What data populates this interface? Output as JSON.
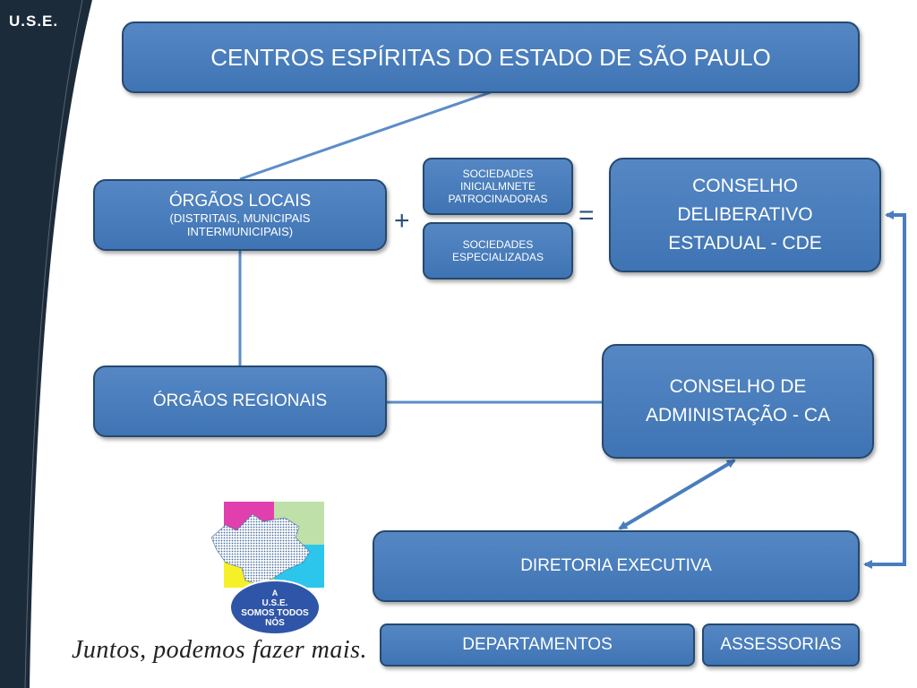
{
  "header": {
    "logo_text": "U.S.E."
  },
  "boxes": {
    "centros": "CENTROS ESPÍRITAS DO ESTADO DE SÃO PAULO",
    "orgaos_locais": {
      "title": "ÓRGÃOS LOCAIS",
      "line1": "(DISTRITAIS, MUNICIPAIS",
      "line2": "INTERMUNICIPAIS)"
    },
    "sociedades_inicialmente": {
      "line1": "SOCIEDADES",
      "line2": "INICIALMNETE",
      "line3": "PATROCINADORAS"
    },
    "sociedades_especializadas": {
      "line1": "SOCIEDADES",
      "line2": "ESPECIALIZADAS"
    },
    "cde": {
      "line1": "CONSELHO",
      "line2": "DELIBERATIVO",
      "line3": "ESTADUAL - CDE"
    },
    "orgaos_regionais": "ÓRGÃOS REGIONAIS",
    "ca": {
      "line1": "CONSELHO DE",
      "line2": "ADMINISTAÇÃO - CA"
    },
    "diretoria": "DIRETORIA EXECUTIVA",
    "departamentos": "DEPARTAMENTOS",
    "assessorias": "ASSESSORIAS"
  },
  "symbols": {
    "plus": "+",
    "equals": "="
  },
  "emblem": {
    "line1": "A",
    "line2": "U.S.E.",
    "line3": "SOMOS TODOS",
    "line4": "NÓS"
  },
  "slogan": "Juntos, podemos fazer mais.",
  "colors": {
    "box_fill": "#4a7dbd",
    "box_border": "#25496f",
    "connector": "#5b8dc9",
    "sidebar": "#1c2b3a"
  }
}
